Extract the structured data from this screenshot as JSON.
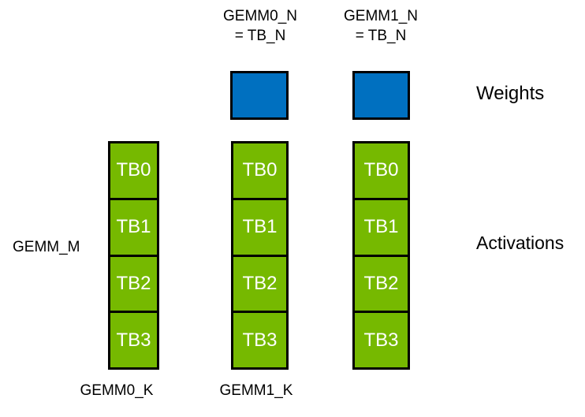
{
  "figure": {
    "header_labels": [
      {
        "line1": "GEMM0_N",
        "line2": "= TB_N"
      },
      {
        "line1": "GEMM1_N",
        "line2": "= TB_N"
      }
    ],
    "side_labels": {
      "weights": "Weights",
      "activations": "Activations",
      "gemm_m": "GEMM_M"
    },
    "footer_labels": [
      "GEMM0_K",
      "GEMM1_K"
    ],
    "weight_blocks": [
      "GEMM0 weights",
      "GEMM1 weights"
    ],
    "activation_columns": [
      {
        "blocks": [
          "TB0",
          "TB1",
          "TB2",
          "TB3"
        ]
      },
      {
        "blocks": [
          "TB0",
          "TB1",
          "TB2",
          "TB3"
        ]
      },
      {
        "blocks": [
          "TB0",
          "TB1",
          "TB2",
          "TB3"
        ]
      }
    ],
    "colors": {
      "weights_fill": "#0070C0",
      "activations_fill": "#76B900",
      "outline": "#000000",
      "tb_text": "#FFFFFF",
      "label_text": "#000000",
      "background": "#FFFFFF"
    }
  }
}
